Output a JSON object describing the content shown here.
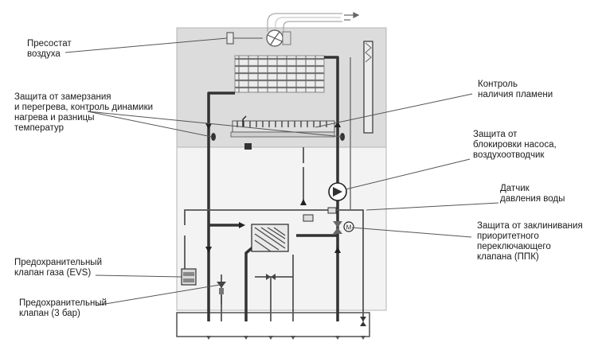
{
  "labels": {
    "pressostat": [
      "Пресостат",
      "воздуха"
    ],
    "freeze_protection": [
      "Защита от замерзания",
      "и перегрева, контроль динамики",
      "нагрева и разницы",
      "температур"
    ],
    "gas_valve": [
      "Предохранительный",
      "клапан газа (EVS)"
    ],
    "safety_valve": [
      "Предохранительный",
      "клапан (3 бар)"
    ],
    "flame_control": [
      "Контроль",
      "наличия пламени"
    ],
    "pump_protection": [
      "Защита от",
      "блокировки насоса,",
      "воздухоотводчик"
    ],
    "water_pressure": [
      "Датчик",
      "давления воды"
    ],
    "diverter_protection": [
      "Защита от заклинивания",
      "приоритетного",
      "переключающего",
      "клапана (ППК)"
    ]
  },
  "colors": {
    "upper_fill": "#dcdcdc",
    "lower_fill": "#f3f3f3",
    "pipe": "#333333",
    "leader": "#555555"
  },
  "icons": {
    "fan": "fan-icon",
    "pump": "pump-icon",
    "motor": "motor-icon",
    "valve": "valve-icon"
  }
}
